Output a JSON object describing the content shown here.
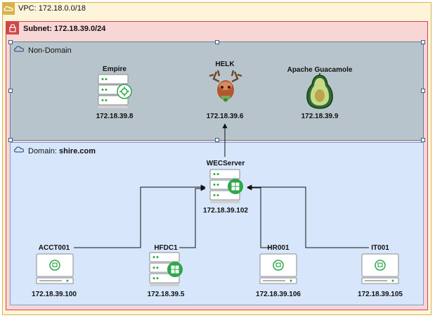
{
  "vpc": {
    "label": "VPC: 172.18.0.0/18"
  },
  "subnet": {
    "label": "Subnet: 172.18.39.0/24"
  },
  "non_domain": {
    "label": "Non-Domain"
  },
  "domain": {
    "prefix": "Domain: ",
    "name": "shire.com"
  },
  "nodes": {
    "empire": {
      "name": "Empire",
      "ip": "172.18.39.8"
    },
    "helk": {
      "name": "HELK",
      "ip": "172.18.39.6"
    },
    "guacamole": {
      "name": "Apache Guacamole",
      "ip": "172.18.39.9"
    },
    "wec": {
      "name": "WECServer",
      "ip": "172.18.39.102"
    },
    "acct": {
      "name": "ACCT001",
      "ip": "172.18.39.100"
    },
    "hfdc": {
      "name": "HFDC1",
      "ip": "172.18.39.5"
    },
    "hr": {
      "name": "HR001",
      "ip": "172.18.39.106"
    },
    "it": {
      "name": "IT001",
      "ip": "172.18.39.105"
    }
  },
  "colors": {
    "vpc_fill": "#fdf4da",
    "vpc_border": "#d9b24a",
    "subnet_fill": "#f9d6d6",
    "subnet_border": "#d04747",
    "nondomain_fill": "#b8c4cc",
    "domain_fill": "#d7e6fb",
    "windows_green": "#2da84a"
  }
}
